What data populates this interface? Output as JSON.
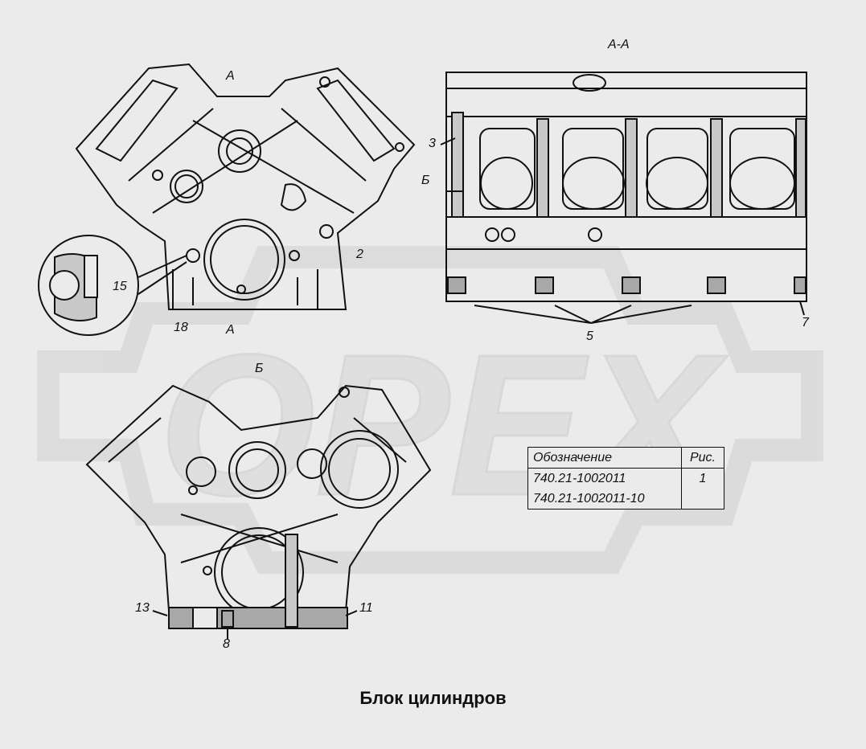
{
  "watermark": {
    "text": "OPEX"
  },
  "labels": {
    "section_aa_title": "А-А",
    "section_a_top": "А",
    "section_a_bottom": "А",
    "view_b_marker": "Б",
    "view_b_title": "Б",
    "callout_2": "2",
    "callout_3": "3",
    "callout_5": "5",
    "callout_7": "7",
    "callout_8": "8",
    "callout_11": "11",
    "callout_13": "13",
    "callout_15": "15",
    "callout_18": "18"
  },
  "spec_table": {
    "header": {
      "designation": "Обозначение",
      "figure": "Рис."
    },
    "rows": [
      {
        "designation": "740.21-1002011",
        "figure": "1"
      },
      {
        "designation": "740.21-1002011-10",
        "figure": ""
      }
    ]
  },
  "caption": "Блок цилиндров"
}
